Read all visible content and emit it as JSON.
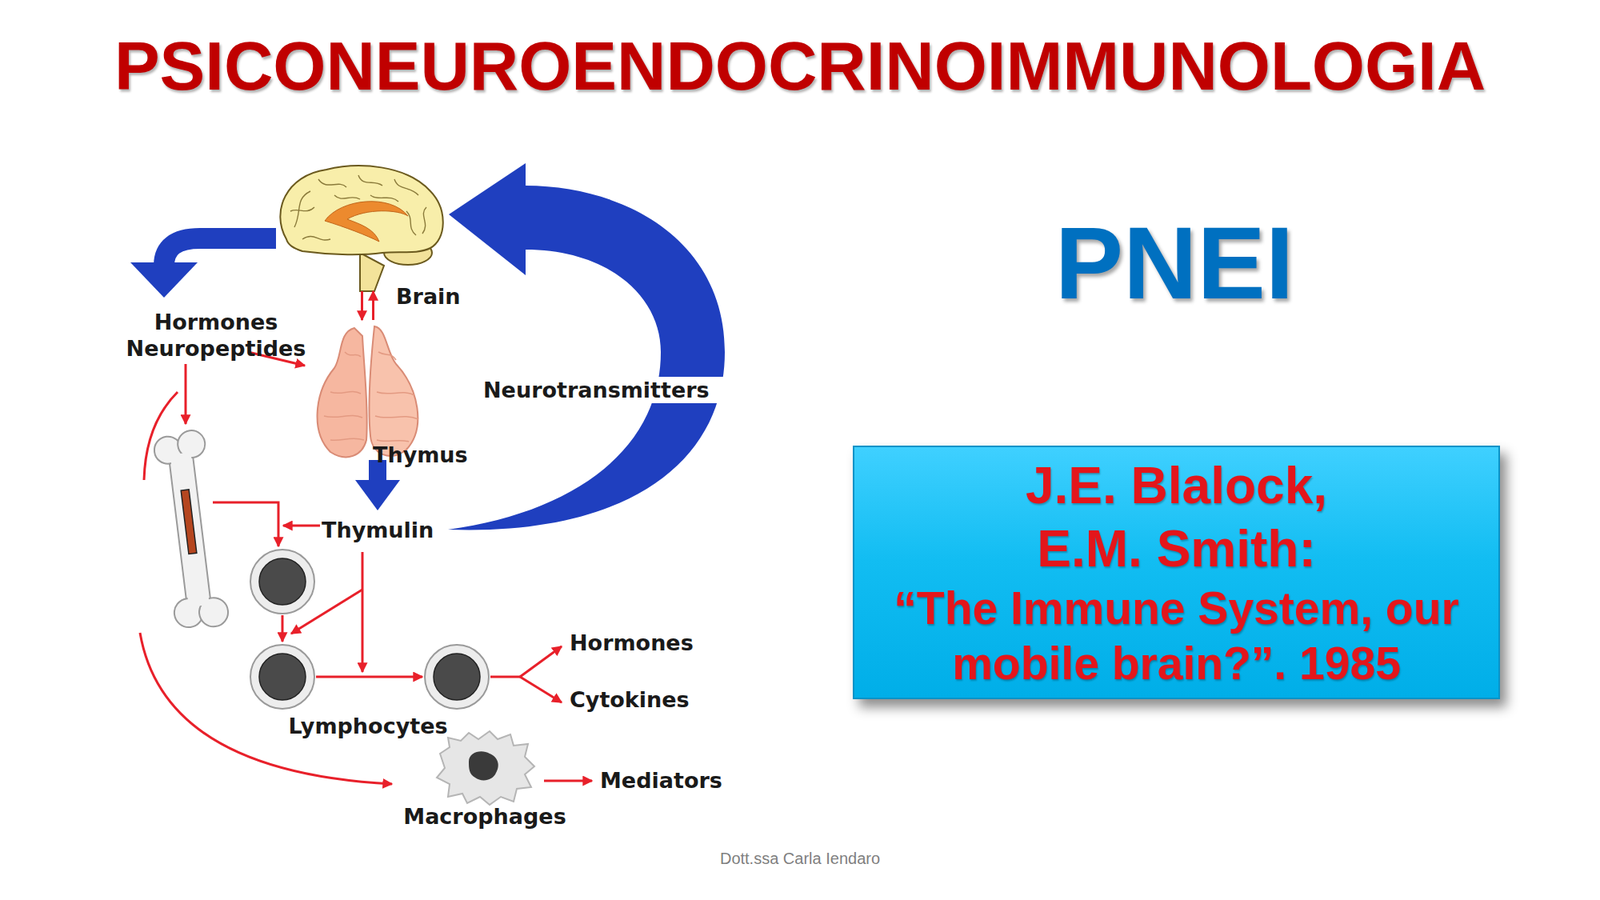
{
  "diagram": {
    "title": "PSICONEUROENDOCRINOIMMUNOLOGIA",
    "nodes": [
      {
        "text": [
          "Brain"
        ]
      },
      {
        "text": [
          "Thymus"
        ]
      },
      {
        "text": [
          "Lymphocytes"
        ]
      },
      {
        "text": [
          "Macrophages"
        ]
      },
      {
        "text": [
          "J.E. Blalock, E.M. Smith:",
          "“The Immune System, our mobile brain?”. 1985"
        ]
      }
    ],
    "edges": [
      {
        "from": 0,
        "to": 1,
        "arrow": "to"
      },
      {
        "from": 1,
        "to": 0,
        "arrow": "to"
      }
    ],
    "labels": [
      "Hormones Neuropeptides",
      "Neurotransmitters",
      "Thymulin",
      "Hormones",
      "Cytokines",
      "Mediators",
      "PNEI",
      "Dott.ssa Carla Iendaro"
    ]
  }
}
